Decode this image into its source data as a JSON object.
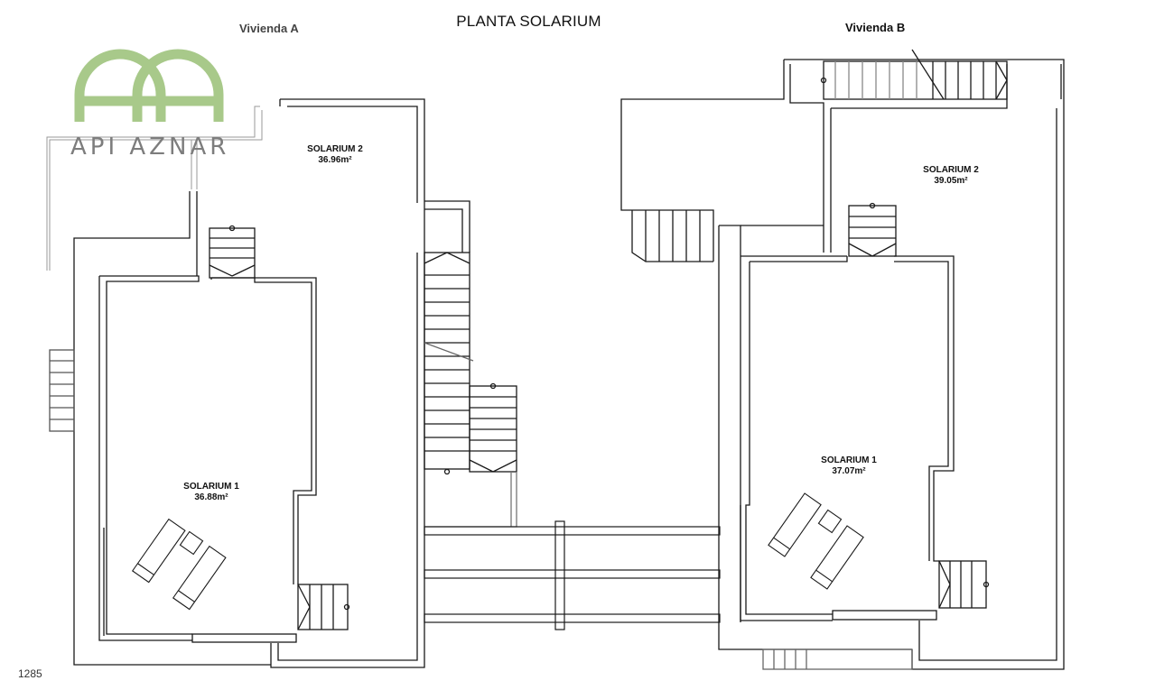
{
  "title": "PLANTA SOLARIUM",
  "vivienda_a": "Vivienda A",
  "vivienda_b": "Vivienda B",
  "logo_text": "API AZNAR",
  "reference": "1285",
  "rooms": {
    "a_solarium2": {
      "name": "SOLARIUM 2",
      "area": "36.96m²"
    },
    "a_solarium1": {
      "name": "SOLARIUM 1",
      "area": "36.88m²"
    },
    "b_solarium2": {
      "name": "SOLARIUM 2",
      "area": "39.05m²"
    },
    "b_solarium1": {
      "name": "SOLARIUM 1",
      "area": "37.07m²"
    }
  },
  "colors": {
    "line": "#1a1a1a",
    "light_line": "#9a9a9a",
    "logo_green": "#a8c98a",
    "logo_grey": "#7d7d7d"
  }
}
